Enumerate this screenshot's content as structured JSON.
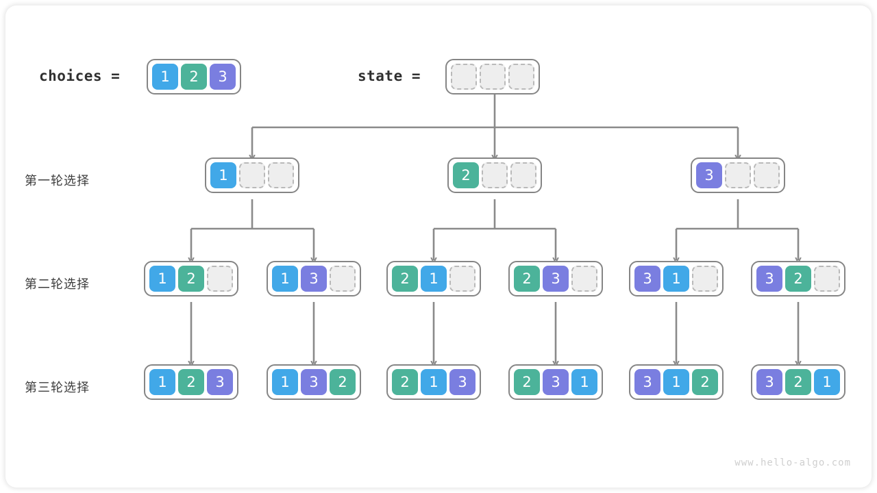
{
  "diagram": {
    "title": "permutation-backtracking-tree",
    "watermark": "www.hello-algo.com",
    "colors": {
      "value_1": "#41a8e8",
      "value_2": "#4cb39a",
      "value_3": "#7a7ee0",
      "empty_cell": "#eeeeee",
      "border": "#858585",
      "wire": "#8a8a8a",
      "text": "#2f2f2f"
    }
  },
  "header": {
    "choices_label": "choices =",
    "choices_values": [
      "1",
      "2",
      "3"
    ],
    "state_label": "state =",
    "state_values": [
      "",
      "",
      ""
    ]
  },
  "rows": [
    {
      "label": "第一轮选择",
      "nodes": [
        {
          "values": [
            "1",
            "",
            ""
          ]
        },
        {
          "values": [
            "2",
            "",
            ""
          ]
        },
        {
          "values": [
            "3",
            "",
            ""
          ]
        }
      ]
    },
    {
      "label": "第二轮选择",
      "nodes": [
        {
          "values": [
            "1",
            "2",
            ""
          ]
        },
        {
          "values": [
            "1",
            "3",
            ""
          ]
        },
        {
          "values": [
            "2",
            "1",
            ""
          ]
        },
        {
          "values": [
            "2",
            "3",
            ""
          ]
        },
        {
          "values": [
            "3",
            "1",
            ""
          ]
        },
        {
          "values": [
            "3",
            "2",
            ""
          ]
        }
      ]
    },
    {
      "label": "第三轮选择",
      "nodes": [
        {
          "values": [
            "1",
            "2",
            "3"
          ]
        },
        {
          "values": [
            "1",
            "3",
            "2"
          ]
        },
        {
          "values": [
            "2",
            "1",
            "3"
          ]
        },
        {
          "values": [
            "2",
            "3",
            "1"
          ]
        },
        {
          "values": [
            "3",
            "1",
            "2"
          ]
        },
        {
          "values": [
            "3",
            "2",
            "1"
          ]
        }
      ]
    }
  ]
}
